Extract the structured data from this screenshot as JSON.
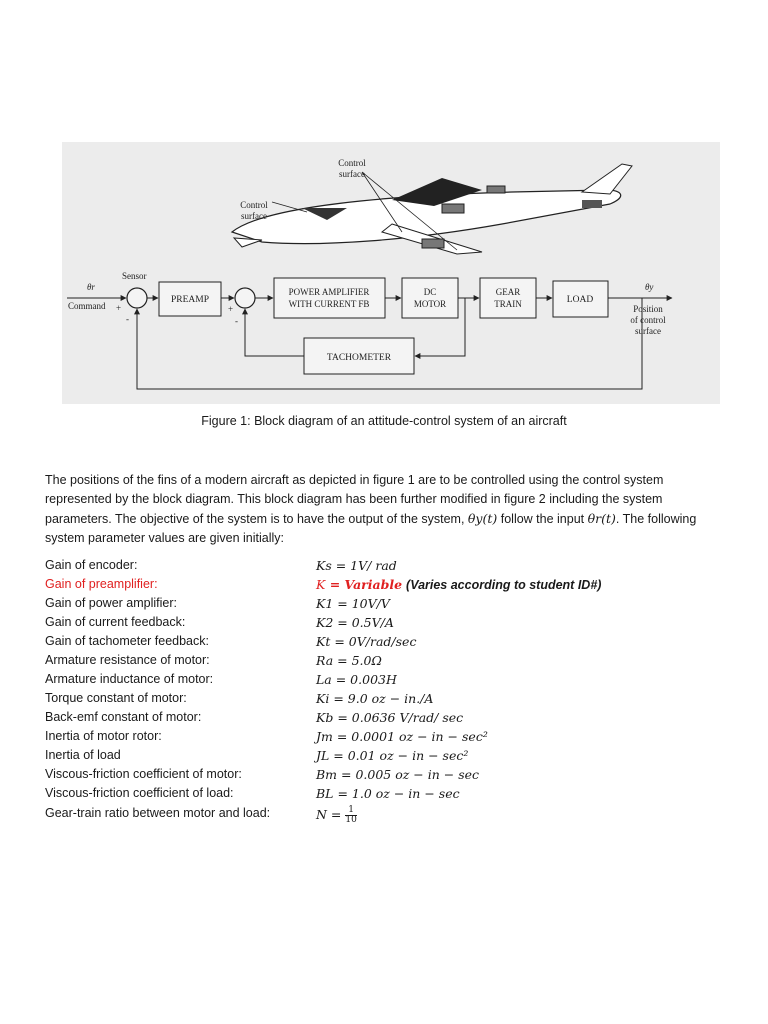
{
  "figure": {
    "labels": {
      "control_surface_top": [
        "Control",
        "surface"
      ],
      "control_surface_left": [
        "Control",
        "surface"
      ],
      "sensor": "Sensor",
      "theta_r": "θr",
      "command": "Command",
      "plus1": "+",
      "minus1": "-",
      "plus2": "+",
      "minus2": "-",
      "theta_y": "θy",
      "position": [
        "Position",
        "of control",
        "surface"
      ]
    },
    "blocks": {
      "preamp": [
        "PREAMP"
      ],
      "power_amp": [
        "POWER AMPLIFIER",
        "WITH CURRENT FB"
      ],
      "dc_motor": [
        "DC",
        "MOTOR"
      ],
      "gear_train": [
        "GEAR",
        "TRAIN"
      ],
      "load": [
        "LOAD"
      ],
      "tachometer": [
        "TACHOMETER"
      ]
    }
  },
  "caption": "Figure 1: Block diagram of an attitude-control system of an aircraft",
  "paragraph": {
    "line1": "The positions of the fins of a modern aircraft as depicted in figure 1 are to be controlled using the control system",
    "line2": "represented by the block diagram. This block diagram has been further modified in figure 2 including the system",
    "line3_a": "parameters. The objective of the system is to have the output of the system, ",
    "theta_y_t": "θy(t)",
    "line3_b": " follow the input ",
    "theta_r_t": "θr(t)",
    "line3_c": ". The following",
    "line4": "system parameter values are given initially:"
  },
  "parameters": [
    {
      "label": "Gain of encoder:",
      "symbol": "Ks",
      "value": " = 1V/ rad"
    },
    {
      "label": "Gain of preamplifier:",
      "symbol": "K",
      "value": " = Variable",
      "note": "(Varies according to student ID#)"
    },
    {
      "label": "Gain of power amplifier:",
      "symbol": "K1",
      "value": " = 10V/V"
    },
    {
      "label": "Gain of current feedback:",
      "symbol": "K2",
      "value": " = 0.5V/A"
    },
    {
      "label": "Gain of tachometer feedback:",
      "symbol": "Kt",
      "value": " = 0V/rad/sec"
    },
    {
      "label": "Armature resistance of motor:",
      "symbol": "Ra",
      "value": " = 5.0Ω"
    },
    {
      "label": "Armature inductance of motor:",
      "symbol": "La",
      "value": " = 0.003H"
    },
    {
      "label": "Torque constant of motor:",
      "symbol": "Ki",
      "value": " = 9.0 oz − in./A"
    },
    {
      "label": "Back-emf constant of motor:",
      "symbol": "Kb",
      "value": " = 0.0636 V/rad/ sec"
    },
    {
      "label": "Inertia of motor rotor:",
      "symbol": "Jm",
      "value": " =  0.0001 oz − in − sec²"
    },
    {
      "label": "Inertia of load",
      "symbol": "JL",
      "value": " = 0.01  oz − in − sec²"
    },
    {
      "label": "Viscous-friction coefficient of motor:",
      "symbol": "Bm",
      "value": " = 0.005 oz − in − sec"
    },
    {
      "label": "Viscous-friction coefficient of load:",
      "symbol": "BL",
      "value": " = 1.0 oz − in − sec"
    },
    {
      "label": "Gear-train ratio between motor and load:",
      "symbol": "N",
      "value": " = ",
      "frac_num": "1",
      "frac_den": "10"
    }
  ],
  "colors": {
    "highlight": "#e02020",
    "figure_bg": "#ececec",
    "block_fill": "#f4f4f4"
  }
}
